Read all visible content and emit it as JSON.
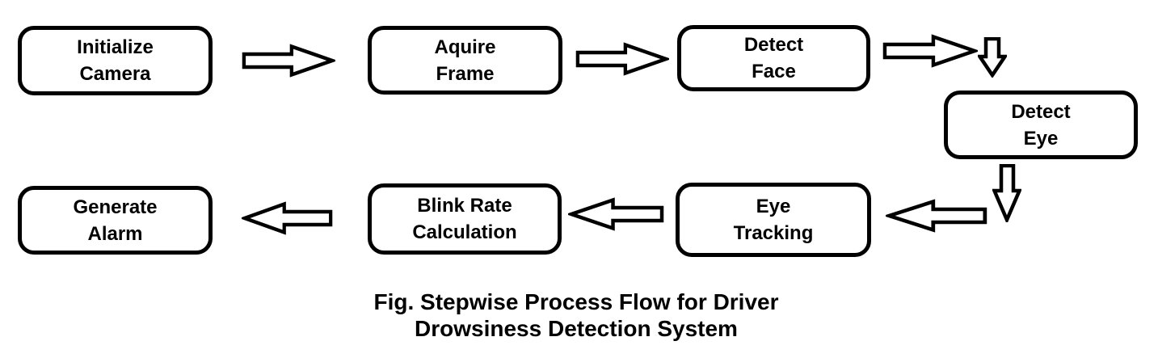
{
  "diagram": {
    "type": "flowchart",
    "caption": "Fig. Stepwise Process Flow for Driver\nDrowsiness Detection System",
    "nodes": [
      {
        "id": "initialize-camera",
        "label": "Initialize\nCamera"
      },
      {
        "id": "aquire-frame",
        "label": "Aquire\nFrame"
      },
      {
        "id": "detect-face",
        "label": "Detect\nFace"
      },
      {
        "id": "detect-eye",
        "label": "Detect\nEye"
      },
      {
        "id": "eye-tracking",
        "label": "Eye\nTracking"
      },
      {
        "id": "blink-rate-calculation",
        "label": "Blink Rate\nCalculation"
      },
      {
        "id": "generate-alarm",
        "label": "Generate\nAlarm"
      }
    ],
    "edges": [
      {
        "from": "initialize-camera",
        "to": "aquire-frame",
        "arrow": "right"
      },
      {
        "from": "aquire-frame",
        "to": "detect-face",
        "arrow": "right"
      },
      {
        "from": "detect-face",
        "to": "detect-eye",
        "arrow": "right-then-down"
      },
      {
        "from": "detect-eye",
        "to": "eye-tracking",
        "arrow": "down-then-left"
      },
      {
        "from": "eye-tracking",
        "to": "blink-rate-calculation",
        "arrow": "left"
      },
      {
        "from": "blink-rate-calculation",
        "to": "generate-alarm",
        "arrow": "left"
      }
    ],
    "colors": {
      "line": "#000000",
      "fill": "#ffffff",
      "background": "#ffffff",
      "text": "#000000"
    }
  }
}
